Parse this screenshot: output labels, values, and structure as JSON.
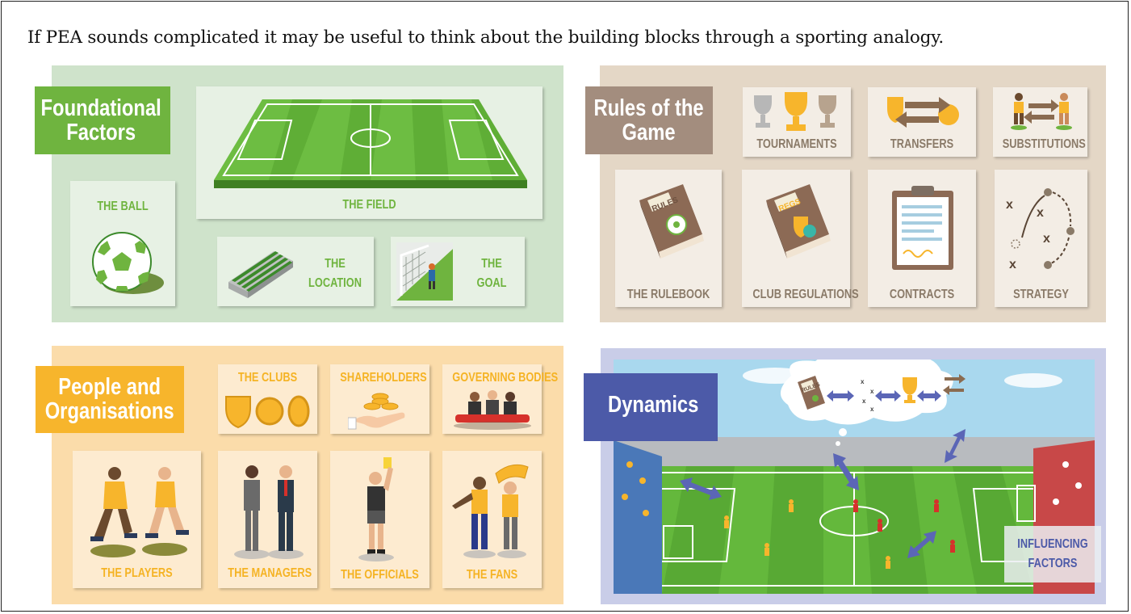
{
  "intro": "If PEA sounds complicated it may be useful to think about the building blocks through a sporting analogy.",
  "colors": {
    "green": "#6fb43f",
    "brown": "#a38d7e",
    "yellow": "#f7b52c",
    "blue": "#4c5aa8"
  },
  "foundational": {
    "title_line1": "Foundational",
    "title_line2": "Factors",
    "ball": "THE BALL",
    "field": "THE FIELD",
    "location_line1": "THE",
    "location_line2": "LOCATION",
    "goal_line1": "THE",
    "goal_line2": "GOAL"
  },
  "rules": {
    "title_line1": "Rules of the",
    "title_line2": "Game",
    "tournaments": "TOURNAMENTS",
    "transfers": "TRANSFERS",
    "substitutions": "SUBSTITUTIONS",
    "rulebook": "THE RULEBOOK",
    "club_regulations": "CLUB REGULATIONS",
    "contracts": "CONTRACTS",
    "strategy": "STRATEGY",
    "book1_text": "RULES",
    "book2_text": "REGS"
  },
  "people": {
    "title_line1": "People and",
    "title_line2": "Organisations",
    "clubs": "THE CLUBS",
    "shareholders": "SHAREHOLDERS",
    "governing_bodies": "GOVERNING BODIES",
    "players": "THE PLAYERS",
    "managers": "THE MANAGERS",
    "officials": "THE OFFICIALS",
    "fans": "THE FANS"
  },
  "dynamics": {
    "title": "Dynamics",
    "influencing_line1": "INFLUENCING",
    "influencing_line2": "FACTORS",
    "book_text": "RULES"
  }
}
